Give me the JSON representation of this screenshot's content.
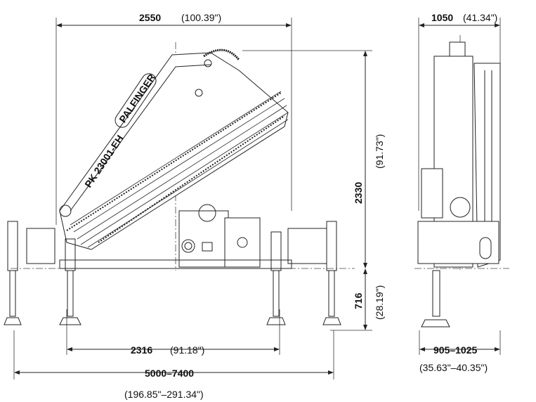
{
  "crane": {
    "model": "PK 23001-EH",
    "brand": "PALFINGER"
  },
  "dimensions": {
    "overall_width": {
      "mm": "2550",
      "in": "(100.39\")"
    },
    "side_width": {
      "mm": "1050",
      "in": "(41.34\")"
    },
    "height_above_base": {
      "mm": "2330",
      "in": "(91.73\")"
    },
    "base_to_ground": {
      "mm": "716",
      "in": "(28.19\")"
    },
    "inner_outrigger_span": {
      "mm": "2316",
      "in": "(91.18\")"
    },
    "outer_outrigger_span": {
      "mm": "5000–7400",
      "in": "(196.85\"–291.34\")"
    },
    "side_base_width": {
      "mm": "905–1025",
      "in": "(35.63\"–40.35\")"
    }
  },
  "colors": {
    "line": "#222222",
    "text": "#111111"
  }
}
